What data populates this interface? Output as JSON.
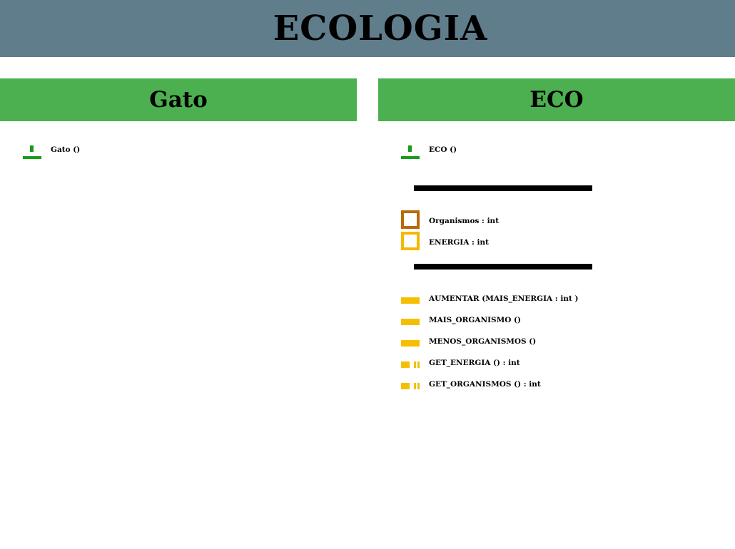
{
  "title": "ECOLOGIA",
  "colors": {
    "title_bar": "#607d8b",
    "class_header": "#4caf50",
    "constructor_icon": "#1a9a1a",
    "attribute_icon_1": "#b8690a",
    "attribute_icon_2": "#f5b800",
    "method_icon": "#f5bf00"
  },
  "classes": [
    {
      "name": "Gato",
      "constructors": [
        {
          "label": "Gato ()",
          "icon": "constructor-icon"
        }
      ],
      "attributes": [],
      "methods": []
    },
    {
      "name": "ECO",
      "constructors": [
        {
          "label": "ECO ()",
          "icon": "constructor-icon"
        }
      ],
      "attributes": [
        {
          "label": "Organismos : int",
          "icon": "attribute-icon"
        },
        {
          "label": "ENERGIA : int",
          "icon": "attribute-icon"
        }
      ],
      "methods": [
        {
          "label": "AUMENTAR (MAIS_ENERGIA : int )",
          "icon": "method-icon"
        },
        {
          "label": "MAIS_ORGANISMO ()",
          "icon": "method-icon"
        },
        {
          "label": "MENOS_ORGANISMOS ()",
          "icon": "method-icon"
        },
        {
          "label": "GET_ENERGIA () : int",
          "icon": "getter-icon"
        },
        {
          "label": "GET_ORGANISMOS () : int",
          "icon": "getter-icon"
        }
      ]
    }
  ]
}
